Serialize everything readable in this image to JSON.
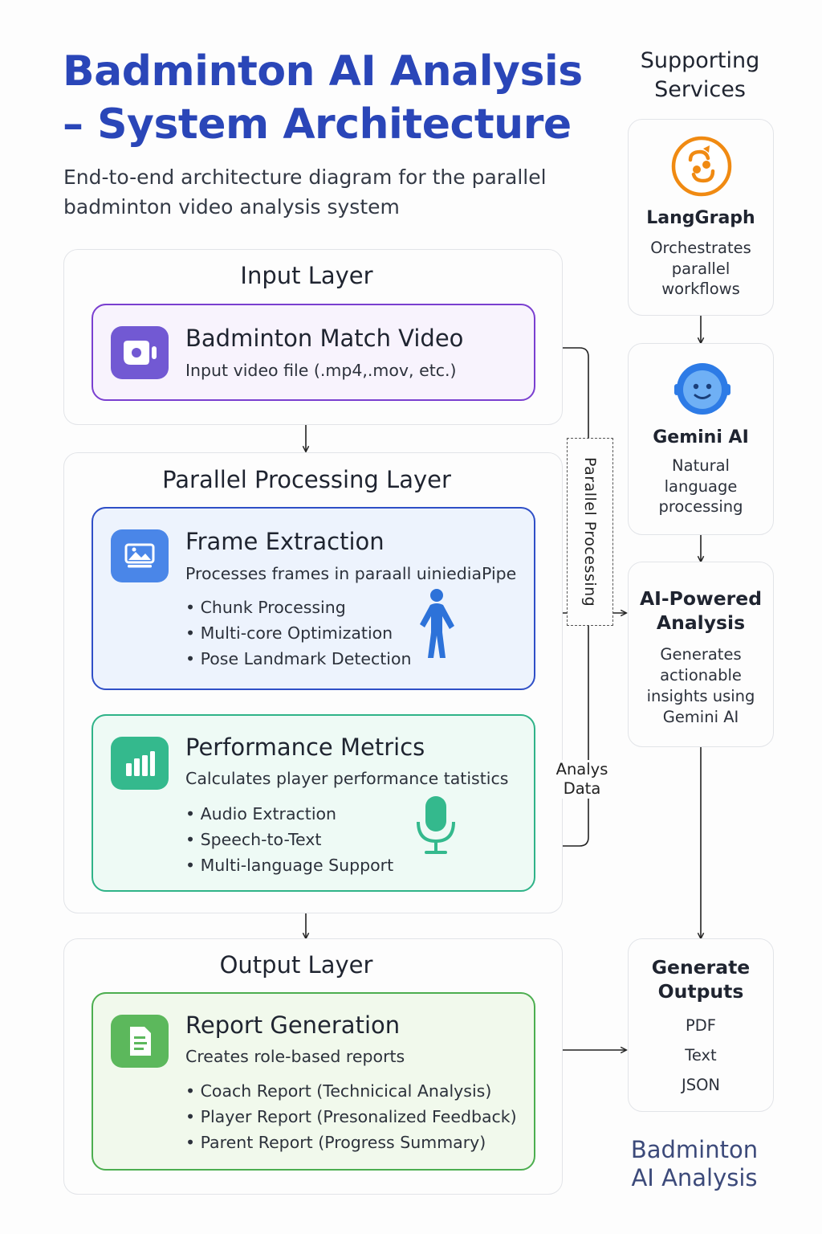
{
  "header": {
    "title": "Badminton AI Analysis – System Architecture",
    "subtitle": "End-to-end architecture diagram for the parallel badminton video analysis system"
  },
  "input_layer": {
    "title": "Input Layer",
    "video_card": {
      "title": "Badminton Match Video",
      "description": "Input video file (.mp4,.mov, etc.)",
      "icon": "video-camera-icon"
    }
  },
  "processing_layer": {
    "title": "Parallel Processing Layer",
    "frame_card": {
      "title": "Frame Extraction",
      "description": "Processes frames in paraall uiniediaPipe",
      "icon": "image-icon",
      "figure_icon": "person-pose-icon",
      "bullets": [
        "Chunk Processing",
        "Multi-core Optimization",
        "Pose Landmark Detection"
      ]
    },
    "metrics_card": {
      "title": "Performance Metrics",
      "description": "Calculates player performance tatistics",
      "icon": "bar-chart-icon",
      "figure_icon": "microphone-icon",
      "bullets": [
        "Audio Extraction",
        "Speech-to-Text",
        "Multi-language Support"
      ]
    }
  },
  "output_layer": {
    "title": "Output Layer",
    "report_card": {
      "title": "Report Generation",
      "description": "Creates role-based reports",
      "icon": "document-icon",
      "bullets": [
        "Coach Report (Technicical Analysis)",
        "Player Report (Presonalized Feedback)",
        "Parent Report (Progress Summary)"
      ]
    }
  },
  "connectors": {
    "parallel_label": "Parallel Processing",
    "analysis_data_label_line1": "Analys",
    "analysis_data_label_line2": "Data"
  },
  "sidebar": {
    "title": "Supporting Services",
    "langgraph": {
      "name": "LangGraph",
      "description": "Orchestrates parallel workflows",
      "icon": "langgraph-icon"
    },
    "gemini": {
      "name": "Gemini AI",
      "description": "Natural language processing",
      "icon": "gemini-face-icon"
    },
    "analysis": {
      "title": "AI-Powered Analysis",
      "description": "Generates actionable insights using Gemini AI"
    },
    "outputs": {
      "title": "Generate Outputs",
      "formats": [
        "PDF",
        "Text",
        "JSON"
      ]
    },
    "brand": "Badminton AI Analysis"
  },
  "colors": {
    "title_blue": "#2a46b8",
    "video_card_border": "#7a3fd0",
    "frame_card_border": "#2f4fc7",
    "metrics_card_border": "#2fb388",
    "report_card_border": "#4cae4f",
    "langgraph_orange": "#f08a12",
    "gemini_blue": "#2d7be6"
  }
}
